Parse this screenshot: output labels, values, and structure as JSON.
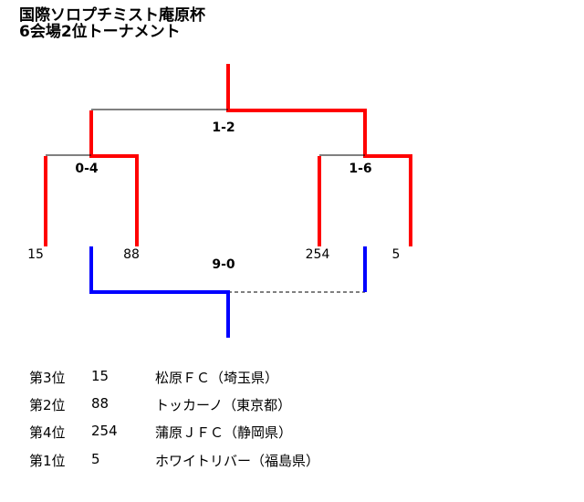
{
  "title": {
    "line1": "国際ソロプチミスト庵原杯",
    "line2": "6会場2位トーナメント"
  },
  "bracket": {
    "teams": [
      "15",
      "88",
      "254",
      "5"
    ],
    "scores": {
      "semi_left": "0-4",
      "semi_right": "1-6",
      "final": "1-2",
      "third_place": "9-0"
    },
    "colors": {
      "winner_path": "#ff0000",
      "third_place_path": "#0000ff",
      "loser_path": "#000000"
    }
  },
  "results": [
    {
      "rank": "第3位",
      "number": "15",
      "team": "松原ＦＣ（埼玉県）"
    },
    {
      "rank": "第2位",
      "number": "88",
      "team": "トッカーノ（東京都）"
    },
    {
      "rank": "第4位",
      "number": "254",
      "team": "蒲原ＪＦＣ（静岡県）"
    },
    {
      "rank": "第1位",
      "number": "5",
      "team": "ホワイトリバー（福島県）"
    }
  ]
}
